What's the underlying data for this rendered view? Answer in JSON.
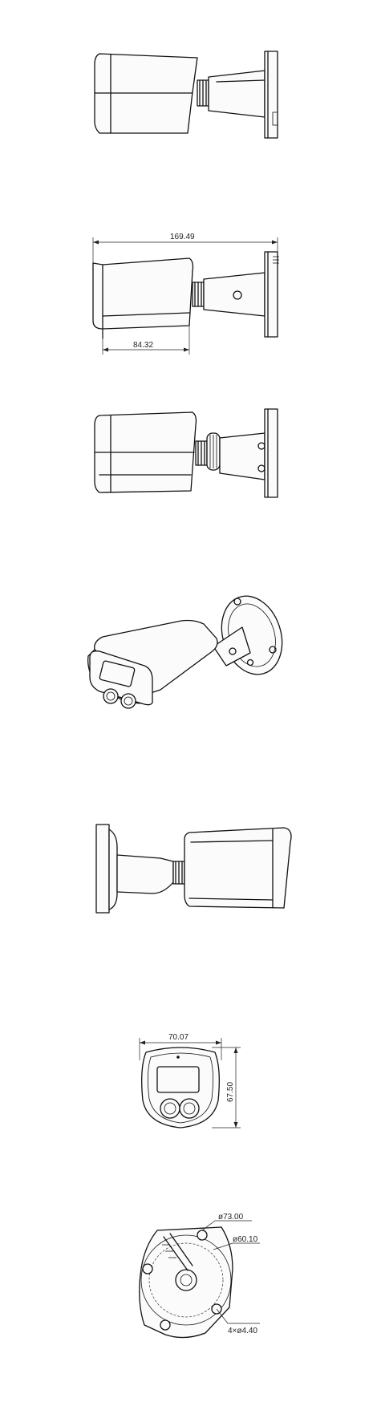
{
  "dimensions": {
    "overall_length": "169.49",
    "housing_length": "84.32",
    "front_width": "70.07",
    "front_height": "67.50",
    "base_outer_diameter": "ø73.00",
    "base_hole_circle": "ø60.10",
    "mounting_holes": "4×ø4.40"
  },
  "colors": {
    "line": "#111111",
    "background": "#ffffff",
    "fill": "#fbfbfb"
  }
}
